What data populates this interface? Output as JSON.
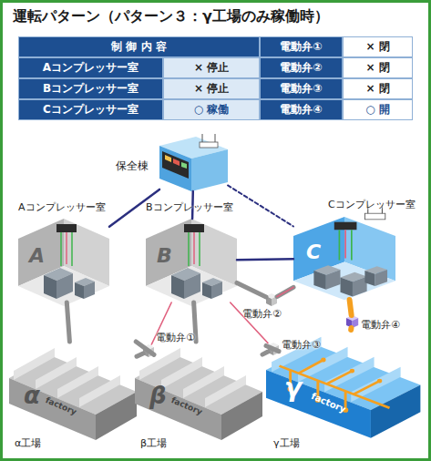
{
  "diagram": {
    "title": "運転パターン（パターン３：γ工場のみ稼働時）",
    "nodes": [
      {
        "text": [
          "保全棟"
        ]
      },
      {
        "text": [
          "Aコンプレッサー室",
          "A"
        ]
      },
      {
        "text": [
          "Bコンプレッサー室",
          "B"
        ]
      },
      {
        "text": [
          "Cコンプレッサー室",
          "C"
        ]
      },
      {
        "text": [
          "電動弁①"
        ]
      },
      {
        "text": [
          "電動弁②"
        ]
      },
      {
        "text": [
          "電動弁③"
        ]
      },
      {
        "text": [
          "電動弁④"
        ]
      },
      {
        "text": [
          "α",
          "factory",
          "α工場"
        ]
      },
      {
        "text": [
          "β",
          "factory",
          "β工場"
        ]
      },
      {
        "text": [
          "γ",
          "factory",
          "γ工場"
        ]
      }
    ],
    "edges": [
      {
        "from": 0,
        "to": 1,
        "arrow": "none"
      },
      {
        "from": 0,
        "to": 2,
        "arrow": "none"
      },
      {
        "from": 2,
        "to": 3,
        "arrow": "none"
      },
      {
        "from": 0,
        "to": 3,
        "arrow": "none"
      },
      {
        "from": 2,
        "to": 4,
        "arrow": "none"
      },
      {
        "from": 2,
        "to": 6,
        "arrow": "none"
      },
      {
        "from": 3,
        "to": 5,
        "arrow": "none"
      },
      {
        "from": 3,
        "to": 7,
        "arrow": "none"
      },
      {
        "from": 1,
        "to": 8,
        "arrow": "none"
      },
      {
        "from": 2,
        "to": 9,
        "arrow": "none"
      },
      {
        "from": 3,
        "to": 7,
        "arrow": "none"
      },
      {
        "from": 7,
        "to": 10,
        "arrow": "none"
      },
      {
        "from": 4,
        "to": 8,
        "arrow": "none"
      },
      {
        "from": 4,
        "to": 9,
        "arrow": "none"
      },
      {
        "from": 2,
        "to": 5,
        "arrow": "none"
      },
      {
        "from": 5,
        "to": 3,
        "arrow": "none"
      },
      {
        "from": 6,
        "to": 9,
        "arrow": "none"
      },
      {
        "from": 6,
        "to": 10,
        "arrow": "none"
      }
    ],
    "labels": [
      "制 御 内 容",
      "電動弁①",
      "× 閉",
      "Aコンプレッサー室",
      "× 停止",
      "電動弁②",
      "× 閉",
      "Bコンプレッサー室",
      "× 停止",
      "電動弁③",
      "× 閉",
      "Cコンプレッサー室",
      "○ 稼働",
      "電動弁④",
      "○ 開"
    ]
  }
}
